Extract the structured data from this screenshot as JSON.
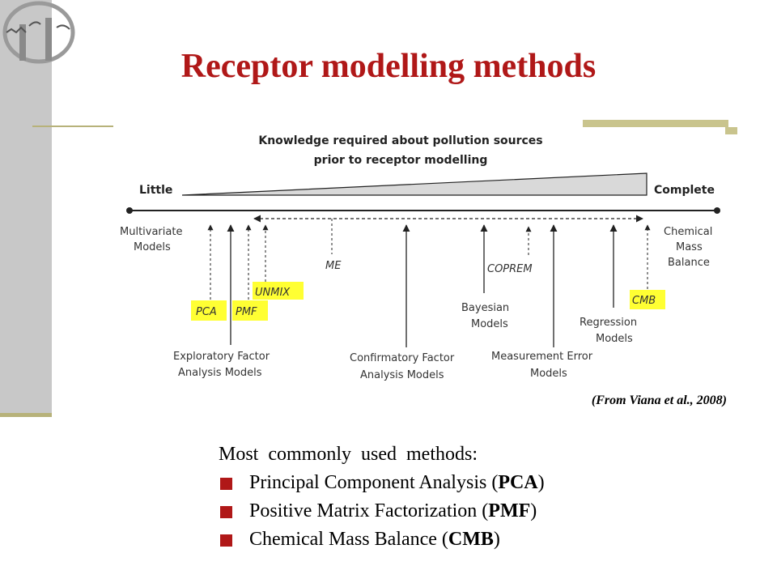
{
  "slide": {
    "title": "Receptor modelling methods",
    "citation": "(From Viana et al., 2008)"
  },
  "diagram": {
    "header_line1": "Knowledge required about pollution sources",
    "header_line2": "prior to receptor modelling",
    "scale_left": "Little",
    "scale_right": "Complete",
    "multivariate_line1": "Multivariate",
    "multivariate_line2": "Models",
    "cmb_end_line1": "Chemical",
    "cmb_end_line2": "Mass",
    "cmb_end_line3": "Balance",
    "me": "ME",
    "coprem": "COPREM",
    "unmix": "UNMIX",
    "pca": "PCA",
    "pmf": "PMF",
    "cmb": "CMB",
    "bayesian_line1": "Bayesian",
    "bayesian_line2": "Models",
    "regression_line1": "Regression",
    "regression_line2": "Models",
    "efa_line1": "Exploratory Factor",
    "efa_line2": "Analysis Models",
    "cfa_line1": "Confirmatory Factor",
    "cfa_line2": "Analysis Models",
    "mem_line1": "Measurement Error",
    "mem_line2": "Models",
    "highlight_color": "#ffff33"
  },
  "methods": {
    "heading": "Most commonly used methods:",
    "items": [
      {
        "text": "Principal Component Analysis (",
        "abbr": "PCA",
        "close": ")"
      },
      {
        "text": "Positive Matrix Factorization (",
        "abbr": "PMF",
        "close": ")"
      },
      {
        "text": "Chemical Mass Balance (",
        "abbr": "CMB",
        "close": ")"
      }
    ]
  },
  "colors": {
    "title": "#b01818",
    "sidebar": "#c8c8c8",
    "accent_rule": "#b7b27a"
  }
}
